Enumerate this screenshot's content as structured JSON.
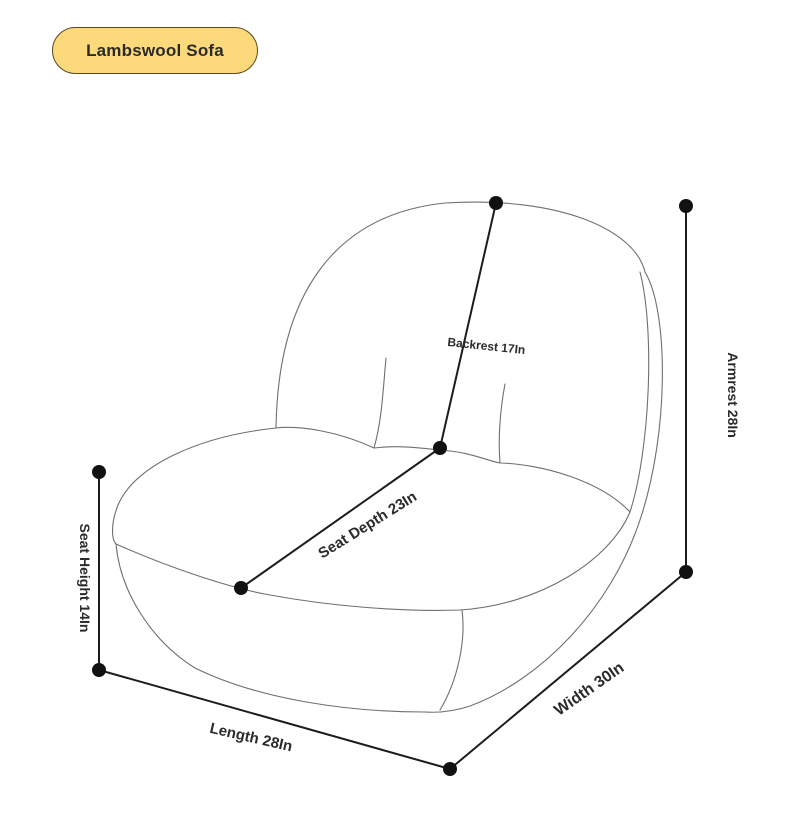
{
  "title": "Lambswool Sofa",
  "dimensions": {
    "backrest": "Backrest 17In",
    "armrest": "Armrest 28In",
    "seat_depth": "Seat Depth 23In",
    "seat_height": "Seat Height 14In",
    "length": "Length 28In",
    "width": "Width 30In"
  }
}
